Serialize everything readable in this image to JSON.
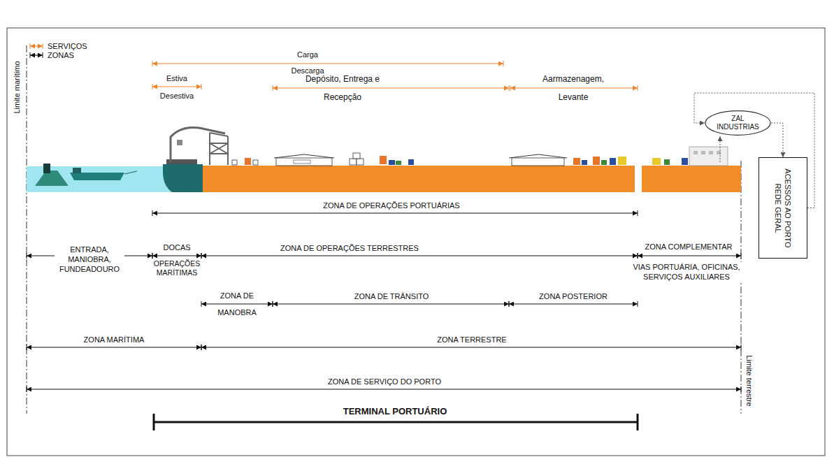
{
  "diagram": {
    "nodes": [
      {
        "text": [
          "ZAL INDUSTRIAS"
        ]
      },
      {
        "text": [
          "ACESSOS AO PORTO REDE GERAL"
        ]
      }
    ],
    "edges": [
      {
        "from": 0,
        "to": 1,
        "arrow": "to"
      },
      {
        "from": 1,
        "to": 0,
        "arrow": "to"
      }
    ],
    "labels": [
      "Limite marítimo",
      "Carga",
      "Descarga",
      "Estiva",
      "Desestiva",
      "Depósito, Entrega e Recepção",
      "Aarmazenagem, Levante",
      "ZONA DE OPERAÇÕES PORTUÁRIAS",
      "ENTRADA, MANIOBRA, FUNDEADOURO",
      "DOCAS",
      "OPERAÇÕES MARÍTIMAS",
      "ZONA DE OPERAÇÕES TERRESTRES",
      "ZONA COMPLEMENTAR",
      "VIAS PORTUÁRIA, OFICINAS, SERVIÇOS AUXILIARES",
      "ZONA DE MANOBRA",
      "ZONA DE TRÂNSITO",
      "ZONA POSTERIOR",
      "ZONA MARÍTIMA",
      "ZONA TERRESTRE",
      "ZONA DE SERVIÇO DO PORTO",
      "Limite terrestre",
      "TERMINAL PORTUÁRIO"
    ],
    "legend": [
      {
        "text": "SERVIÇOS"
      },
      {
        "text": "ZONAS"
      }
    ]
  }
}
